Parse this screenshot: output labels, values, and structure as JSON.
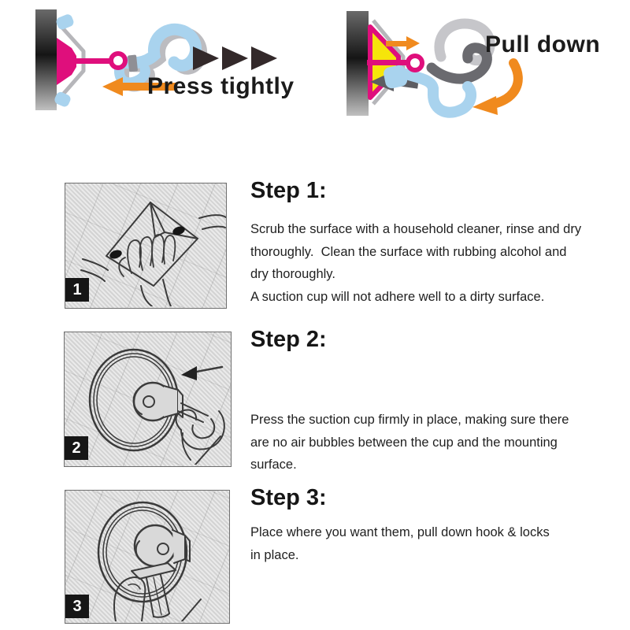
{
  "figures": {
    "press": {
      "label": "Press tightly"
    },
    "pull": {
      "label": "Pull down"
    }
  },
  "steps": [
    {
      "number": "1",
      "title": "Step 1:",
      "lines": [
        "Scrub the surface with a household cleaner, rinse and dry",
        "thoroughly.  Clean the surface with rubbing alcohol and",
        "dry thoroughly.",
        "A suction cup will not adhere well to a dirty surface."
      ]
    },
    {
      "number": "2",
      "title": "Step 2:",
      "lines": [
        "Press the suction cup firmly in place, making sure there",
        "are no air bubbles between the cup and the mounting",
        "surface."
      ]
    },
    {
      "number": "3",
      "title": "Step 3:",
      "lines": [
        "Place where you want them, pull down hook & locks",
        "in place."
      ]
    }
  ],
  "colors": {
    "magenta": "#df0f7c",
    "light_blue": "#a9d3ee",
    "orange": "#f08a1e",
    "yellow": "#f6e50a",
    "light_gray_hook": "#c6c6ca",
    "dark_gray_hook": "#6a6a6f",
    "triangle": "#33292a",
    "text": "#1e1e1e"
  }
}
